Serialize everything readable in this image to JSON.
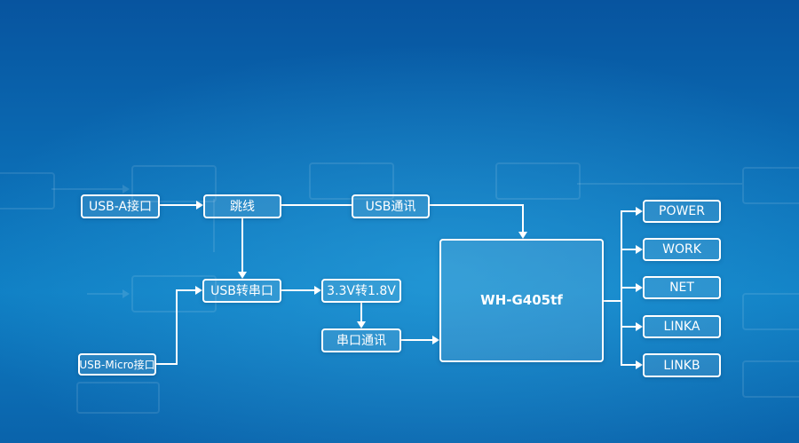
{
  "nodes": {
    "usb_a_port": {
      "label": "USB-A接口"
    },
    "jumper": {
      "label": "跳线"
    },
    "usb_comm": {
      "label": "USB通讯"
    },
    "usb_to_serial": {
      "label": "USB转串口"
    },
    "voltage_conv": {
      "label": "3.3V转1.8V"
    },
    "serial_comm": {
      "label": "串口通讯"
    },
    "usb_micro_port": {
      "label": "USB-Micro接口"
    },
    "module": {
      "label": "WH-G405tf"
    },
    "led_power": {
      "label": "POWER"
    },
    "led_work": {
      "label": "WORK"
    },
    "led_net": {
      "label": "NET"
    },
    "led_linka": {
      "label": "LINKA"
    },
    "led_linkb": {
      "label": "LINKB"
    }
  },
  "colors": {
    "background_top": "#07549f",
    "background_highlight": "#1e9ad8",
    "background_bottom": "#0a63ab",
    "box_border": "#ffffff",
    "connector": "#ffffff",
    "text": "#ffffff"
  }
}
